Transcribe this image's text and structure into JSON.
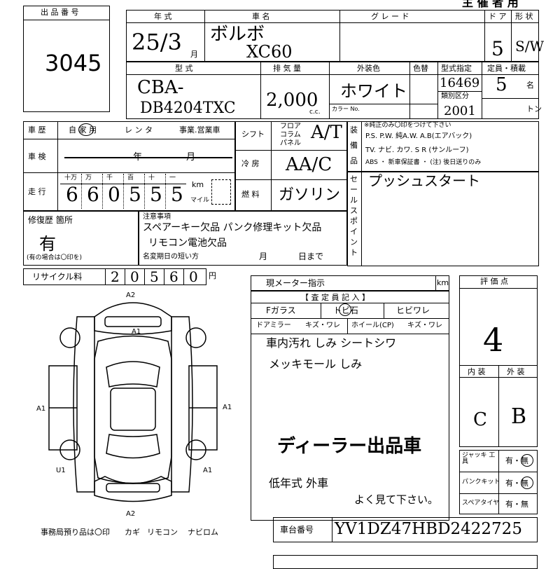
{
  "header": {
    "lot_label": "出 品 番 号",
    "lot_number": "3045",
    "top_right": "主 催 者 用"
  },
  "row1": {
    "year_h": "年 式",
    "name_h": "車 名",
    "grade_h": "グ レ ー ド",
    "door_h": "ド ア",
    "shape_h": "形 状",
    "year_val": "25/3",
    "month_mark": "月",
    "name_val1": "ボルボ",
    "name_val2": "XC60",
    "door_val": "5",
    "shape_val": "S/W"
  },
  "row2": {
    "model_h": "型 式",
    "disp_h": "排 気 量",
    "color_h": "外装色",
    "color_no_h": "色替",
    "type_h": "型式指定",
    "cap_h": "定員・積載",
    "model_val1": "CBA-",
    "model_val2": "DB4204TXC",
    "disp_val": "2,000",
    "cc": "c.c.",
    "color_val": "ホワイト",
    "color_no_label": "カラー No.",
    "type_val": "16469",
    "class_label": "類別区分",
    "class_val": "2001",
    "cap_val": "5",
    "cap_unit": "名",
    "ton_unit": "トン"
  },
  "history": {
    "label": "車 歴",
    "options": [
      "自 家 用",
      "レ ン タ",
      "事業.営業車"
    ]
  },
  "inspection": {
    "label": "車 検",
    "year": "年",
    "month": "月"
  },
  "mileage": {
    "label": "走 行",
    "headers": [
      "十万",
      "万",
      "千",
      "百",
      "十",
      "一"
    ],
    "digits": [
      "6",
      "6",
      "0",
      "5",
      "5",
      "5"
    ],
    "km": "km",
    "mile": "マイル"
  },
  "repair": {
    "label": "修復歴 箇所",
    "value": "有",
    "note": "(有の場合は〇印を)"
  },
  "shift": {
    "label": "シフト",
    "options": [
      "フロア",
      "コラム",
      "パネル"
    ],
    "value": "A/T"
  },
  "aircon": {
    "label": "冷 房",
    "value": "AA/C"
  },
  "fuel": {
    "label": "燃 料",
    "value": "ガソリン"
  },
  "equipment": {
    "label_chars": [
      "装",
      "備",
      "品"
    ],
    "note_top": "※純正のみ〇印をつけて下さい",
    "line1": "P.S. P.W. 純A.W. A.B(エアバック)",
    "line2": "TV. ナビ. カワ. S R (サンルーフ)",
    "line3": "ABS ・ 新車保証書 ・ (注) 後日送りのみ"
  },
  "sales_point": {
    "label_chars": [
      "セ",
      "ー",
      "ル",
      "ス",
      "ポ",
      "イ",
      "ン",
      "ト"
    ],
    "value": "プッシュスタート"
  },
  "notices": {
    "label": "注意事項",
    "sub": "名変期日の短い方",
    "line1": "スペアーキー欠品 パンク修理キット欠品",
    "line2": "リモコン電池欠品",
    "month": "月",
    "day": "日まで"
  },
  "recycle": {
    "label": "リサイクル料",
    "digits": [
      "2",
      "0",
      "5",
      "6",
      "0"
    ],
    "unit": "円"
  },
  "meter": {
    "label": "現メーター指示",
    "unit": "km"
  },
  "inspector": {
    "title": "【 査 定 員 記 入 】",
    "f_glass": "Fガラス",
    "chip": "トビ石",
    "crack": "ヒビワレ",
    "mirror": "ドアミラー",
    "mirror_val": "キズ・ワレ",
    "wheel": "ホイール(CP)",
    "wheel_val": "キズ・ワレ",
    "comment1": "車内汚れ しみ シートシワ",
    "comment2": "メッキモール しみ",
    "dealer": "ディーラー出品車",
    "comment3": "低年式 外車",
    "comment4": "よく見て下さい。"
  },
  "score": {
    "label": "評 価 点",
    "value": "4",
    "interior_label": "内 装",
    "exterior_label": "外 装",
    "interior": "C",
    "exterior": "B"
  },
  "tools": [
    {
      "label": "ジャッキ 工 具",
      "value": "有・無"
    },
    {
      "label": "パンクキット",
      "value": "有・無"
    },
    {
      "label": "スペアタイヤ",
      "value": "有・無"
    }
  ],
  "chassis": {
    "label": "車台番号",
    "value": "YV1DZ47HBD2422725"
  },
  "diagram": {
    "marks": [
      "A2",
      "A1",
      "A1",
      "A1",
      "U1",
      "A1",
      "A2"
    ]
  },
  "footer": {
    "office": "事務局預り品は〇印",
    "items": [
      "カギ",
      "リモコン",
      "ナビロム"
    ]
  }
}
